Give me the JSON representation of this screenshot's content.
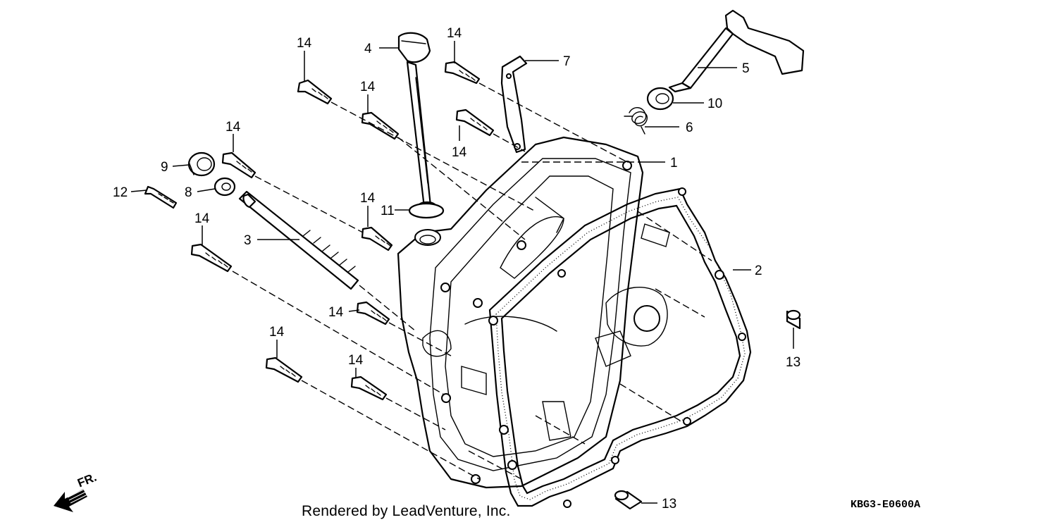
{
  "diagram": {
    "callouts": [
      {
        "id": "c1",
        "label": "1"
      },
      {
        "id": "c2",
        "label": "2"
      },
      {
        "id": "c3",
        "label": "3"
      },
      {
        "id": "c4",
        "label": "4"
      },
      {
        "id": "c5",
        "label": "5"
      },
      {
        "id": "c6",
        "label": "6"
      },
      {
        "id": "c7",
        "label": "7"
      },
      {
        "id": "c8",
        "label": "8"
      },
      {
        "id": "c9",
        "label": "9"
      },
      {
        "id": "c10",
        "label": "10"
      },
      {
        "id": "c11",
        "label": "11"
      },
      {
        "id": "c12",
        "label": "12"
      },
      {
        "id": "c13a",
        "label": "13"
      },
      {
        "id": "c13b",
        "label": "13"
      },
      {
        "id": "c14a",
        "label": "14"
      },
      {
        "id": "c14b",
        "label": "14"
      },
      {
        "id": "c14c",
        "label": "14"
      },
      {
        "id": "c14d",
        "label": "14"
      },
      {
        "id": "c14e",
        "label": "14"
      },
      {
        "id": "c14f",
        "label": "14"
      },
      {
        "id": "c14g",
        "label": "14"
      },
      {
        "id": "c14h",
        "label": "14"
      },
      {
        "id": "c14i",
        "label": "14"
      },
      {
        "id": "c14j",
        "label": "14"
      }
    ],
    "direction_label": "FR.",
    "catalog_code": "KBG3-E0600A",
    "credit": "Rendered by LeadVenture, Inc."
  }
}
